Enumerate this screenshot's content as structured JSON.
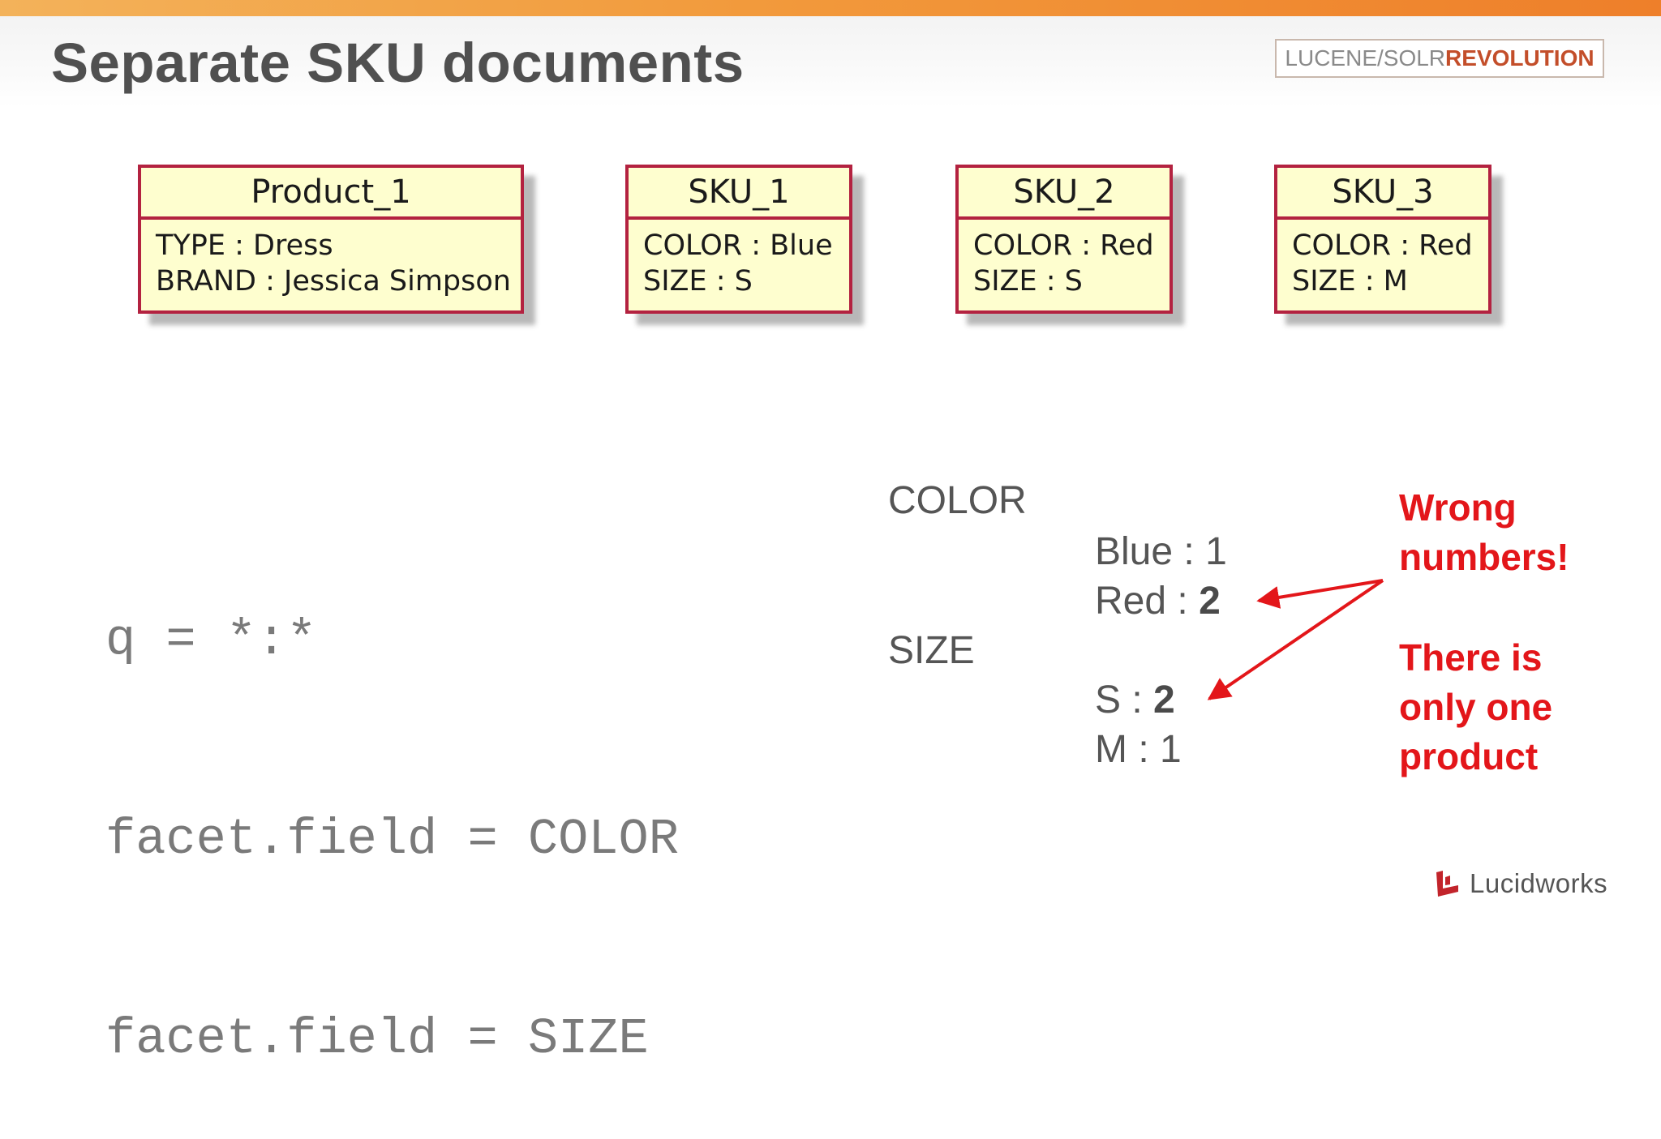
{
  "slide": {
    "title": "Separate SKU documents",
    "conference_logo": {
      "regular": "LUCENE/SOLR",
      "bold": "REVOLUTION"
    },
    "vendor_name": "Lucidworks",
    "accent_color": "#ee7f2a"
  },
  "documents": [
    {
      "name": "Product_1",
      "fields": [
        "TYPE : Dress",
        "BRAND : Jessica Simpson"
      ]
    },
    {
      "name": "SKU_1",
      "fields": [
        "COLOR : Blue",
        "SIZE : S"
      ]
    },
    {
      "name": "SKU_2",
      "fields": [
        "COLOR : Red",
        "SIZE : S"
      ]
    },
    {
      "name": "SKU_3",
      "fields": [
        "COLOR : Red",
        "SIZE : M"
      ]
    }
  ],
  "query": {
    "lines": [
      "q = *:*",
      "facet.field = COLOR",
      "facet.field = SIZE"
    ]
  },
  "facets": {
    "color": {
      "label": "COLOR",
      "values": [
        {
          "name": "Blue",
          "count": "1"
        },
        {
          "name": "Red",
          "count": "2"
        }
      ]
    },
    "size": {
      "label": "SIZE",
      "values": [
        {
          "name": "S",
          "count": "2"
        },
        {
          "name": "M",
          "count": "1"
        }
      ]
    }
  },
  "annotation": {
    "title_lines": [
      "Wrong",
      "numbers!"
    ],
    "body_lines": [
      "There is",
      "only one",
      "product"
    ],
    "color": "#e3161a"
  }
}
